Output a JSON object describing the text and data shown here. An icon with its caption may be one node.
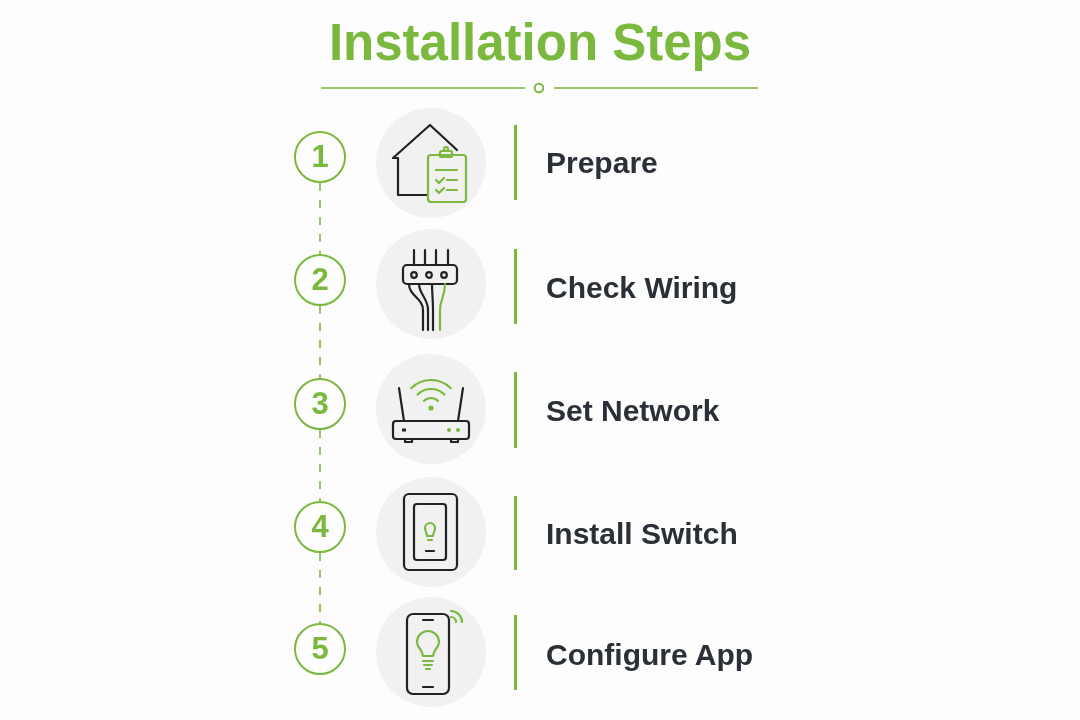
{
  "diagram": {
    "title": "Installation Steps",
    "nodes": [
      {
        "text": [
          "1"
        ]
      },
      {
        "text": [
          "2"
        ]
      },
      {
        "text": [
          "3"
        ]
      },
      {
        "text": [
          "4"
        ]
      },
      {
        "text": [
          "5"
        ]
      }
    ],
    "edges": [
      {
        "from": 0,
        "to": 1,
        "arrow": "none",
        "style": "dashed"
      },
      {
        "from": 1,
        "to": 2,
        "arrow": "none",
        "style": "dashed"
      },
      {
        "from": 2,
        "to": 3,
        "arrow": "none",
        "style": "dashed"
      },
      {
        "from": 3,
        "to": 4,
        "arrow": "none",
        "style": "dashed"
      }
    ],
    "labels": [
      "Prepare",
      "Check Wiring",
      "Set Network",
      "Install Switch",
      "Configure App"
    ]
  }
}
